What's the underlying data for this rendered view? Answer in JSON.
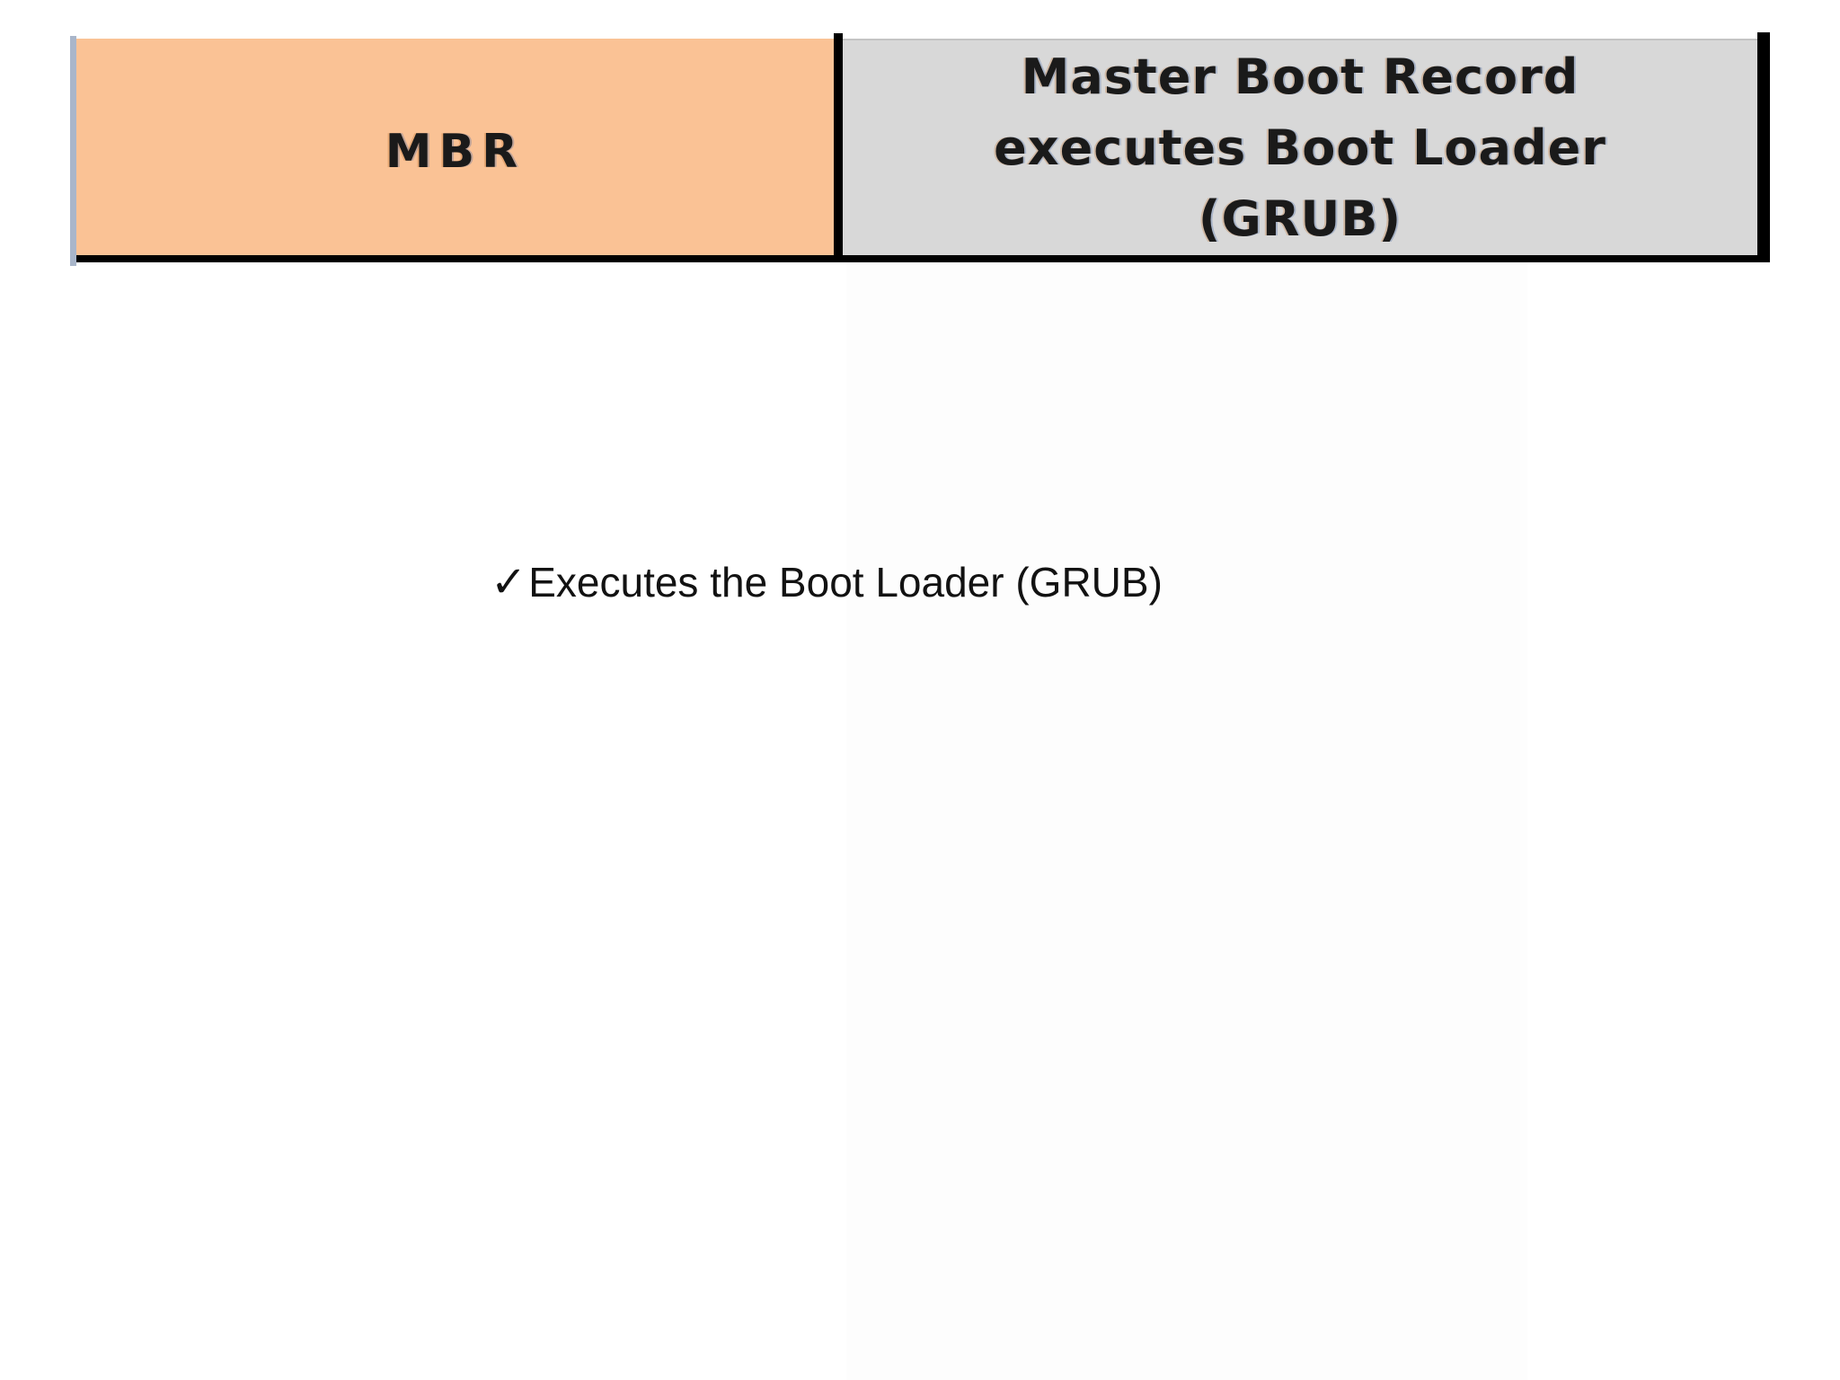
{
  "slide": {
    "background_color": "#FFFFFF",
    "table": {
      "left_cell": {
        "label": "MBR",
        "bg_color": "#FAC295"
      },
      "right_cell": {
        "lines": [
          "Master Boot Record",
          "executes Boot Loader",
          "(GRUB)"
        ],
        "bg_color": "#D8D8D8"
      },
      "border_color": "#000000",
      "left_edge_color": "#A9B6CA",
      "text_color": "#1A1A1A"
    },
    "bullet": {
      "marker": "✓",
      "marker_icon": "check-mark-icon",
      "text": "Executes the Boot Loader (GRUB)",
      "text_color": "#121212"
    }
  }
}
